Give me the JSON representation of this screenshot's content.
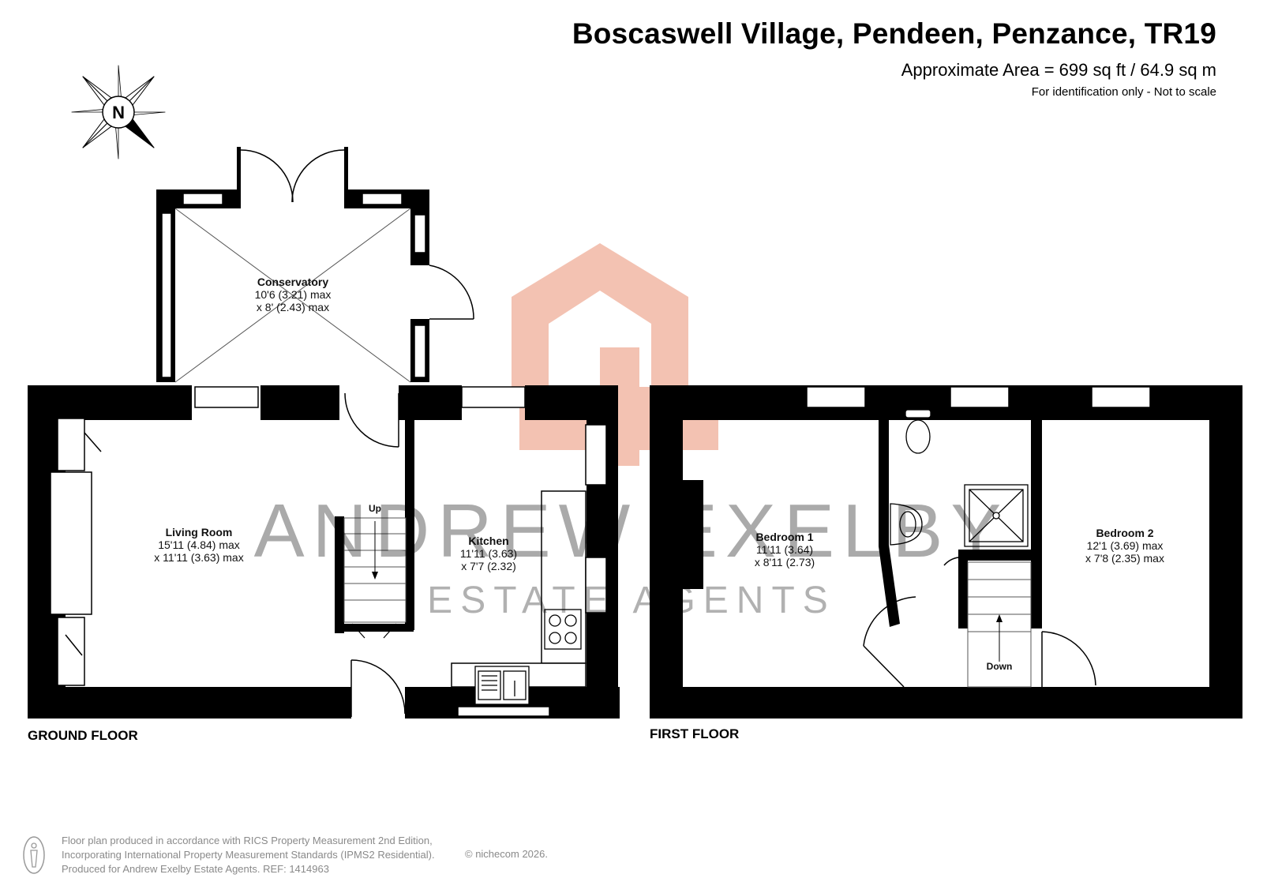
{
  "header": {
    "address": "Boscaswell Village, Pendeen, Penzance, TR19",
    "area": "Approximate Area = 699 sq ft / 64.9 sq m",
    "disclaimer": "For identification only - Not to scale"
  },
  "compass": {
    "letter": "N",
    "icon": "north-compass-icon"
  },
  "watermark": {
    "line1": "ANDREW EXELBY",
    "line2": "ESTATE AGENTS",
    "logo_color": "#F3C2B2"
  },
  "floors": {
    "ground": {
      "label": "GROUND FLOOR",
      "rooms": {
        "conservatory": {
          "name": "Conservatory",
          "dim1": "10'6 (3.21) max",
          "dim2": "x 8' (2.43) max"
        },
        "living_room": {
          "name": "Living Room",
          "dim1": "15'11 (4.84) max",
          "dim2": "x 11'11 (3.63) max"
        },
        "kitchen": {
          "name": "Kitchen",
          "dim1": "11'11 (3.63)",
          "dim2": "x 7'7 (2.32)"
        }
      },
      "stairs_label": "Up"
    },
    "first": {
      "label": "FIRST FLOOR",
      "rooms": {
        "bedroom1": {
          "name": "Bedroom 1",
          "dim1": "11'11 (3.64)",
          "dim2": "x 8'11 (2.73)"
        },
        "bedroom2": {
          "name": "Bedroom 2",
          "dim1": "12'1 (3.69) max",
          "dim2": "x 7'8 (2.35) max"
        }
      },
      "stairs_label": "Down"
    }
  },
  "footer": {
    "line1": "Floor plan produced in accordance with RICS Property Measurement 2nd Edition,",
    "line2": "Incorporating International Property Measurement Standards (IPMS2 Residential).",
    "line3": "Produced for Andrew Exelby Estate Agents.   REF: 1414963",
    "credit": "© nichecom 2026."
  }
}
